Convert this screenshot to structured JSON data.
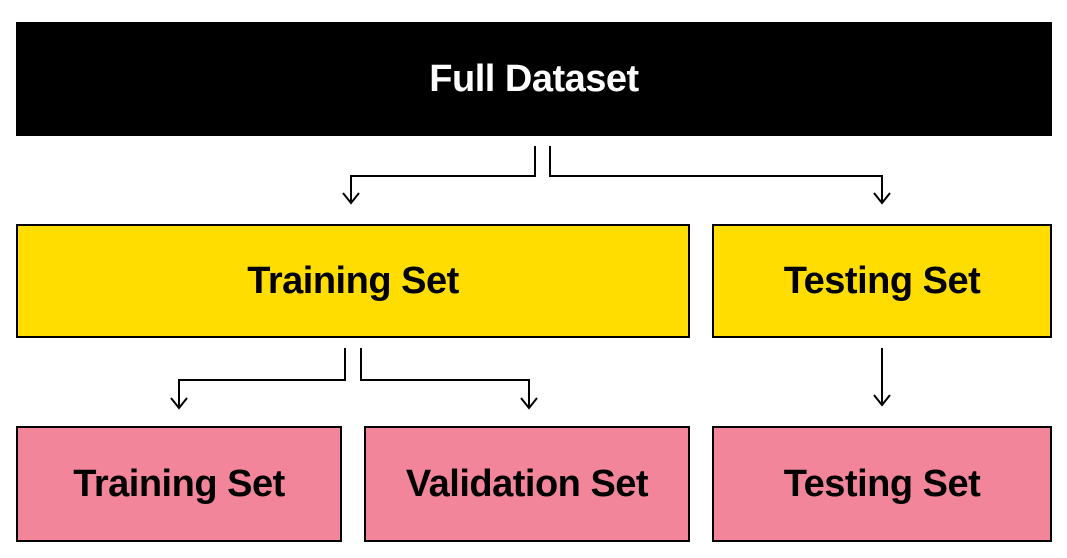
{
  "colors": {
    "full_dataset_fill": "#000000",
    "level2_fill": "#FFDD00",
    "level3_fill": "#F28599",
    "line": "#000000"
  },
  "nodes": {
    "full_dataset": "Full Dataset",
    "training_set": "Training Set",
    "testing_set": "Testing Set",
    "training_subset": "Training Set",
    "validation_subset": "Validation Set",
    "testing_subset": "Testing Set"
  },
  "edges": [
    {
      "from": "full_dataset",
      "to": "training_set"
    },
    {
      "from": "full_dataset",
      "to": "testing_set"
    },
    {
      "from": "training_set",
      "to": "training_subset"
    },
    {
      "from": "training_set",
      "to": "validation_subset"
    },
    {
      "from": "testing_set",
      "to": "testing_subset"
    }
  ]
}
